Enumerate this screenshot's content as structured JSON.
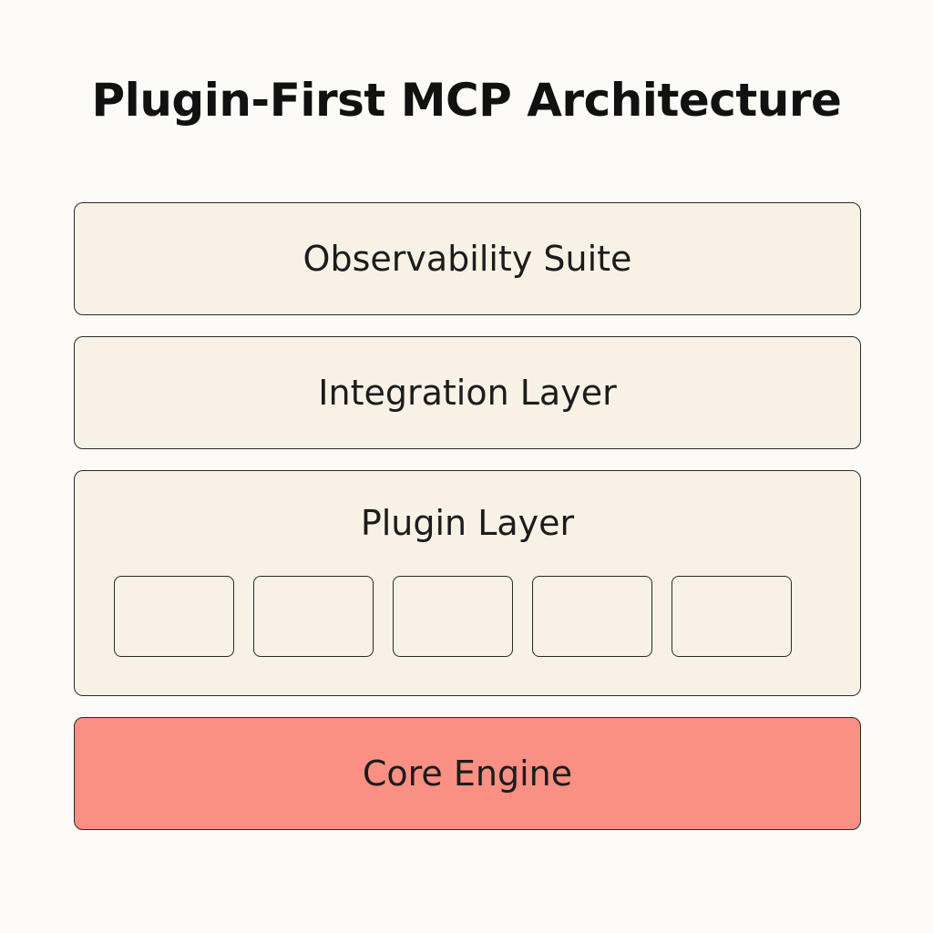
{
  "title": "Plugin-First MCP Architecture",
  "layers": {
    "observability": "Observability Suite",
    "integration": "Integration Layer",
    "plugin": "Plugin Layer",
    "core": "Core Engine"
  },
  "plugin_slot_count": 5,
  "colors": {
    "background": "#fdfbf7",
    "layer_fill": "#f8f1e5",
    "core_fill": "#f99083",
    "border": "#2a2a2a"
  }
}
